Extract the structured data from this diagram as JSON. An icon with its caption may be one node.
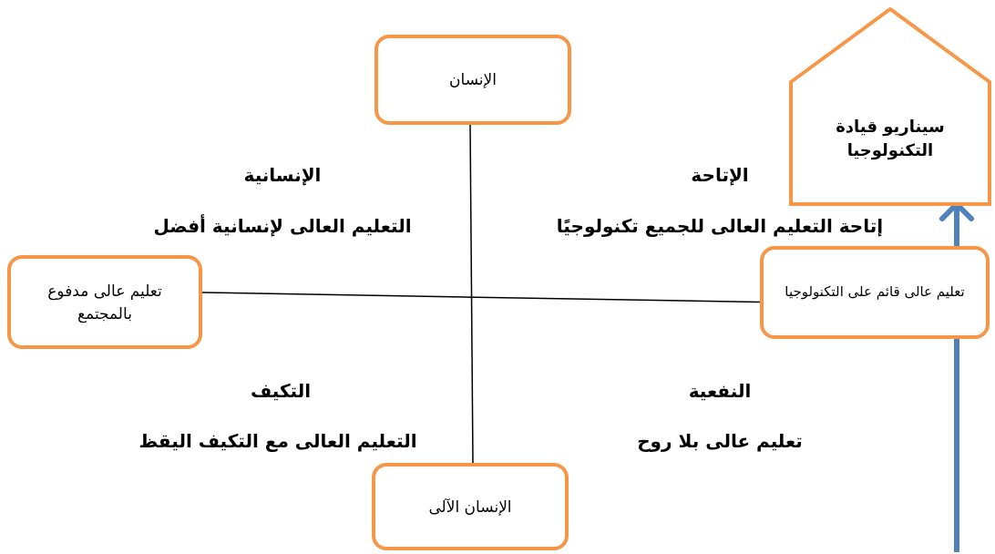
{
  "diagram": {
    "nodes": [
      {
        "text": [
          "الإنسان"
        ]
      },
      {
        "text": [
          "تعليم عالى مدفوع بالمجتمع"
        ]
      },
      {
        "text": [
          "تعليم عالى قائم على التكنولوجيا"
        ]
      },
      {
        "text": [
          "الإنسان الآلى"
        ]
      },
      {
        "text": [
          "سيناريو قيادة التكنولوجيا"
        ]
      }
    ],
    "edges": [
      {
        "from": 0,
        "to": 3,
        "arrow": "none"
      },
      {
        "from": 1,
        "to": 2,
        "arrow": "none"
      },
      {
        "from": null,
        "to": 4,
        "arrow": "to",
        "style": "thick",
        "color": "#4f81bd"
      }
    ],
    "labels": [
      "الإتاحة",
      "إتاحة التعليم العالى للجميع تكنولوجيًا",
      "الإنسانية",
      "التعليم العالى لإنسانية أفضل",
      "النفعية",
      "تعليم عالى بلا روح",
      "التكيف",
      "التعليم العالى مع التكيف اليقظ"
    ]
  }
}
